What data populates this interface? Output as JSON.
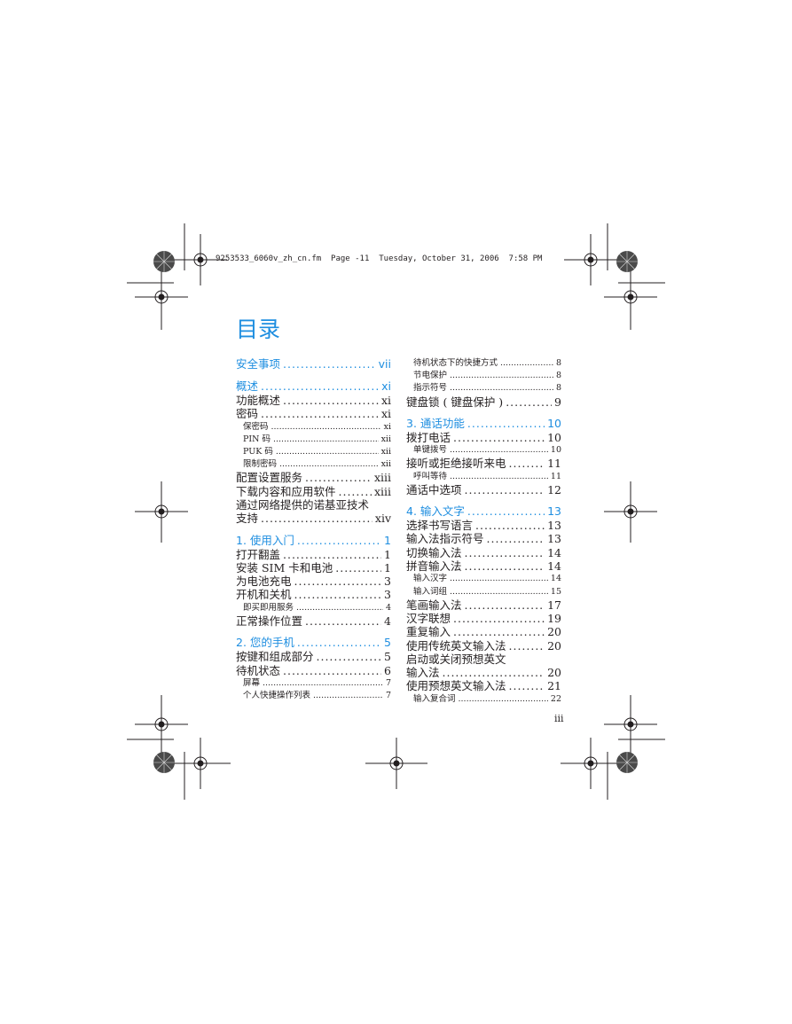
{
  "header_line": "9253533_6060v_zh_cn.fm  Page -11  Tuesday, October 31, 2006  7:58 PM",
  "title": "目录",
  "page_number": "iii",
  "left_column": [
    {
      "kind": "sec",
      "text": "安全事项",
      "page": "vii"
    },
    {
      "kind": "sec",
      "text": "概述",
      "page": "xi",
      "gap": true
    },
    {
      "kind": "main",
      "text": "功能概述",
      "page": "xi"
    },
    {
      "kind": "main",
      "text": "密码",
      "page": "xi"
    },
    {
      "kind": "sub",
      "text": "保密码",
      "page": "xi"
    },
    {
      "kind": "sub",
      "text": "PIN 码",
      "page": "xii"
    },
    {
      "kind": "sub",
      "text": "PUK 码",
      "page": "xii"
    },
    {
      "kind": "sub",
      "text": "限制密码",
      "page": "xii"
    },
    {
      "kind": "main",
      "text": "配置设置服务",
      "page": "xiii"
    },
    {
      "kind": "main",
      "text": "下载内容和应用软件",
      "page": "xiii"
    },
    {
      "kind": "main2",
      "text": "通过网络提供的诺基亚技术",
      "text2": "支持",
      "page": "xiv"
    },
    {
      "kind": "sec",
      "text": "1. 使用入门",
      "page": "1",
      "gap": true
    },
    {
      "kind": "main",
      "text": "打开翻盖",
      "page": "1"
    },
    {
      "kind": "main",
      "text": "安装 SIM 卡和电池",
      "page": "1"
    },
    {
      "kind": "main",
      "text": "为电池充电",
      "page": "3"
    },
    {
      "kind": "main",
      "text": "开机和关机",
      "page": "3"
    },
    {
      "kind": "sub",
      "text": "即买即用服务",
      "page": "4"
    },
    {
      "kind": "main",
      "text": "正常操作位置",
      "page": "4"
    },
    {
      "kind": "sec",
      "text": "2. 您的手机",
      "page": "5",
      "gap": true
    },
    {
      "kind": "main",
      "text": "按键和组成部分",
      "page": "5"
    },
    {
      "kind": "main",
      "text": "待机状态",
      "page": "6"
    },
    {
      "kind": "sub",
      "text": "屏幕",
      "page": "7"
    },
    {
      "kind": "sub",
      "text": "个人快捷操作列表",
      "page": "7"
    }
  ],
  "right_column": [
    {
      "kind": "sub",
      "text": "待机状态下的快捷方式",
      "page": "8"
    },
    {
      "kind": "sub",
      "text": "节电保护",
      "page": "8"
    },
    {
      "kind": "sub",
      "text": "指示符号",
      "page": "8"
    },
    {
      "kind": "main",
      "text": "键盘锁 ( 键盘保护 )",
      "page": "9"
    },
    {
      "kind": "sec",
      "text": "3. 通话功能",
      "page": "10",
      "gap": true
    },
    {
      "kind": "main",
      "text": "拨打电话",
      "page": "10"
    },
    {
      "kind": "sub",
      "text": "单键拨号",
      "page": "10"
    },
    {
      "kind": "main",
      "text": "接听或拒绝接听来电",
      "page": "11"
    },
    {
      "kind": "sub",
      "text": "呼叫等待",
      "page": "11"
    },
    {
      "kind": "main",
      "text": "通话中选项",
      "page": "12"
    },
    {
      "kind": "sec",
      "text": "4. 输入文字",
      "page": "13",
      "gap": true
    },
    {
      "kind": "main",
      "text": "选择书写语言",
      "page": "13"
    },
    {
      "kind": "main",
      "text": "输入法指示符号",
      "page": "13"
    },
    {
      "kind": "main",
      "text": "切换输入法",
      "page": "14"
    },
    {
      "kind": "main",
      "text": "拼音输入法",
      "page": "14"
    },
    {
      "kind": "sub",
      "text": "输入汉字",
      "page": "14"
    },
    {
      "kind": "sub",
      "text": "输入词组",
      "page": "15"
    },
    {
      "kind": "main",
      "text": "笔画输入法",
      "page": "17"
    },
    {
      "kind": "main",
      "text": "汉字联想",
      "page": "19"
    },
    {
      "kind": "main",
      "text": "重复输入",
      "page": "20"
    },
    {
      "kind": "main",
      "text": "使用传统英文输入法",
      "page": "20"
    },
    {
      "kind": "main2",
      "text": "启动或关闭预想英文",
      "text2": "输入法",
      "page": "20"
    },
    {
      "kind": "main",
      "text": "使用预想英文输入法",
      "page": "21"
    },
    {
      "kind": "sub",
      "text": "输入复合词",
      "page": "22"
    }
  ]
}
